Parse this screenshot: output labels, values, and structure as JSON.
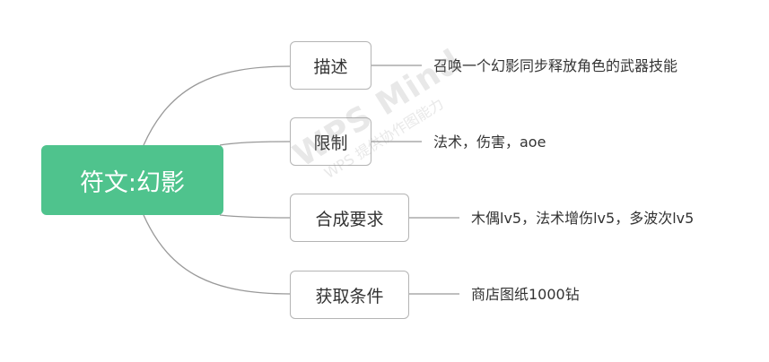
{
  "root": {
    "label": "符文:幻影"
  },
  "branches": [
    {
      "label": "描述",
      "detail": "召唤一个幻影同步释放角色的武器技能"
    },
    {
      "label": "限制",
      "detail": "法术，伤害，aoe"
    },
    {
      "label": "合成要求",
      "detail": "木偶lv5，法术增伤lv5，多波次lv5"
    },
    {
      "label": "获取条件",
      "detail": "商店图纸1000钻"
    }
  ],
  "watermark": {
    "title": "WPS Mind",
    "subtitle": "WPS 提供协作图能力"
  },
  "colors": {
    "root_fill": "#4fc38d",
    "connector": "#999999",
    "border": "#b4b4b4"
  }
}
